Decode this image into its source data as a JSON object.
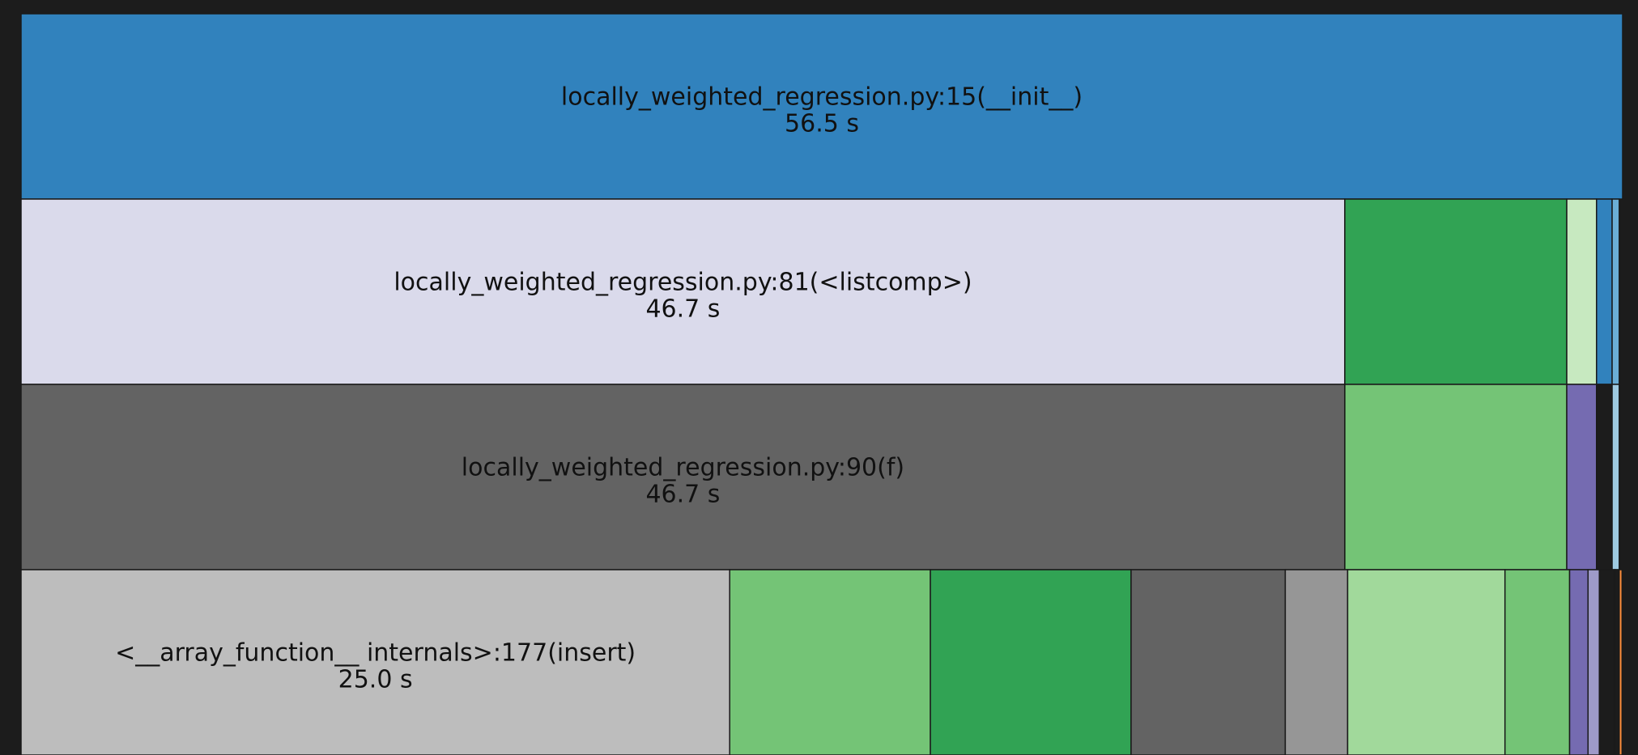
{
  "chart_data": {
    "type": "icicle",
    "title": "",
    "unit": "s",
    "levels": [
      [
        {
          "label": "locally_weighted_regression.py:15(__init__)",
          "value": 56.5,
          "value_text": "56.5 s",
          "color": "#3182bd"
        }
      ],
      [
        {
          "label": "locally_weighted_regression.py:81(<listcomp>)",
          "value": 46.7,
          "value_text": "46.7 s",
          "color": "#dadaeb"
        },
        {
          "label": "",
          "value": 7.83,
          "color": "#31a354"
        },
        {
          "label": "",
          "value": 1.05,
          "color": "#c7e9c0"
        },
        {
          "label": "",
          "value": 0.55,
          "color": "#3182bd"
        },
        {
          "label": "",
          "value": 0.25,
          "color": "#6baed6"
        }
      ],
      [
        {
          "label": "locally_weighted_regression.py:90(f)",
          "value": 46.7,
          "value_text": "46.7 s",
          "color": "#636363"
        },
        {
          "label": "",
          "value": 7.83,
          "color": "#74c476"
        },
        {
          "label": "",
          "value": 1.05,
          "color": "#756bb1"
        },
        {
          "label": "",
          "value": 0.55,
          "color": "#1c1c1c"
        },
        {
          "label": "",
          "value": 0.25,
          "color": "#9ecae1"
        }
      ],
      [
        {
          "label": "<__array_function__ internals>:177(insert)",
          "value": 25.0,
          "value_text": "25.0 s",
          "color": "#bdbdbd"
        },
        {
          "label": "",
          "value": 7.08,
          "color": "#74c476"
        },
        {
          "label": "",
          "value": 7.08,
          "color": "#31a354"
        },
        {
          "label": "",
          "value": 5.44,
          "color": "#636363"
        },
        {
          "label": "",
          "value": 2.2,
          "color": "#969696"
        },
        {
          "label": "",
          "value": 5.55,
          "color": "#a1d99b"
        },
        {
          "label": "",
          "value": 2.28,
          "color": "#74c476"
        },
        {
          "label": "",
          "value": 0.65,
          "color": "#756bb1"
        },
        {
          "label": "",
          "value": 0.4,
          "color": "#9e9ac8"
        },
        {
          "label": "",
          "value": 0.55,
          "color": "#1c1c1c"
        },
        {
          "label": "",
          "value": 0.15,
          "color": "#1c1c1c"
        },
        {
          "label": "",
          "value": 0.1,
          "color": "#fd8d3c"
        }
      ]
    ]
  }
}
